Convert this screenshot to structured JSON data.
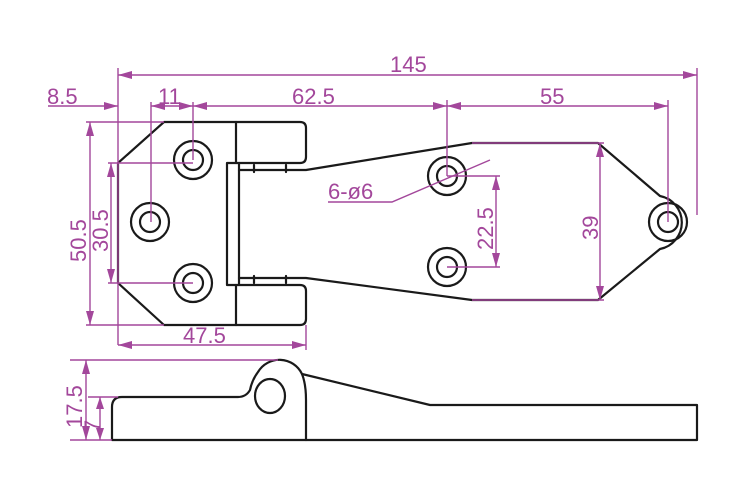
{
  "dimensions": {
    "overall_length": "145",
    "offset_left": "8.5",
    "hole_offset": "11",
    "hole_spacing_mid": "62.5",
    "hole_spacing_right": "55",
    "plate_height": "50.5",
    "hole_vertical_spacing": "30.5",
    "plate_width": "47.5",
    "holes_spec": "6-ø6",
    "leaf_hole_spacing": "22.5",
    "leaf_height": "39",
    "total_thickness": "17.5",
    "flange_thickness": "7"
  },
  "colors": {
    "dimension": "#a3479b",
    "outline": "#1a1a1a"
  }
}
